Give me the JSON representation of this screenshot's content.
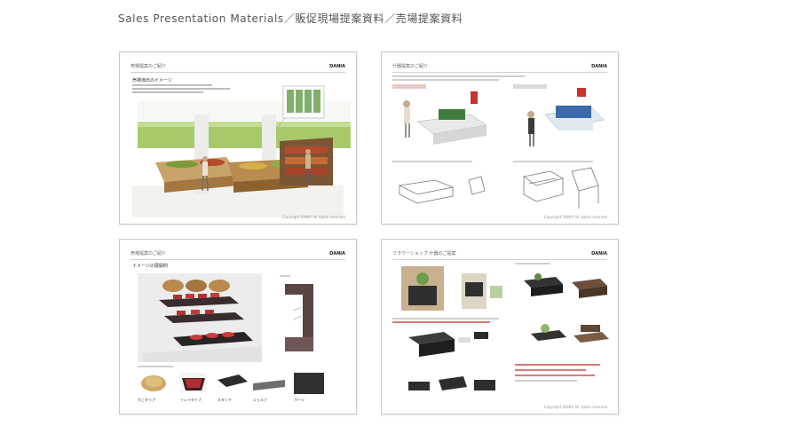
{
  "header": {
    "title": "Sales Presentation Materials／販促現場提案資料／売場提案資料"
  },
  "slides": [
    {
      "heading": "売場提案のご紹介",
      "subheading": "売場演出のイメージ",
      "brand": "DANIA",
      "footer": "Copyright DANIA All rights reserved"
    },
    {
      "heading": "什器提案のご紹介",
      "brand": "DANIA",
      "footer": "Copyright DANIA All rights reserved"
    },
    {
      "heading": "売場提案のご紹介",
      "subheading": "イメージの展開例",
      "brand": "DANIA",
      "footer": "Copyright DANIA All rights reserved",
      "swatch_labels": [
        "かごタイプ",
        "トレイタイプ",
        "スタンド",
        "シェルフ",
        "パーツ"
      ]
    },
    {
      "heading": "フラワーショップ 什器のご提案",
      "brand": "DANIA",
      "footer": "Copyright DANIA All rights reserved"
    }
  ]
}
